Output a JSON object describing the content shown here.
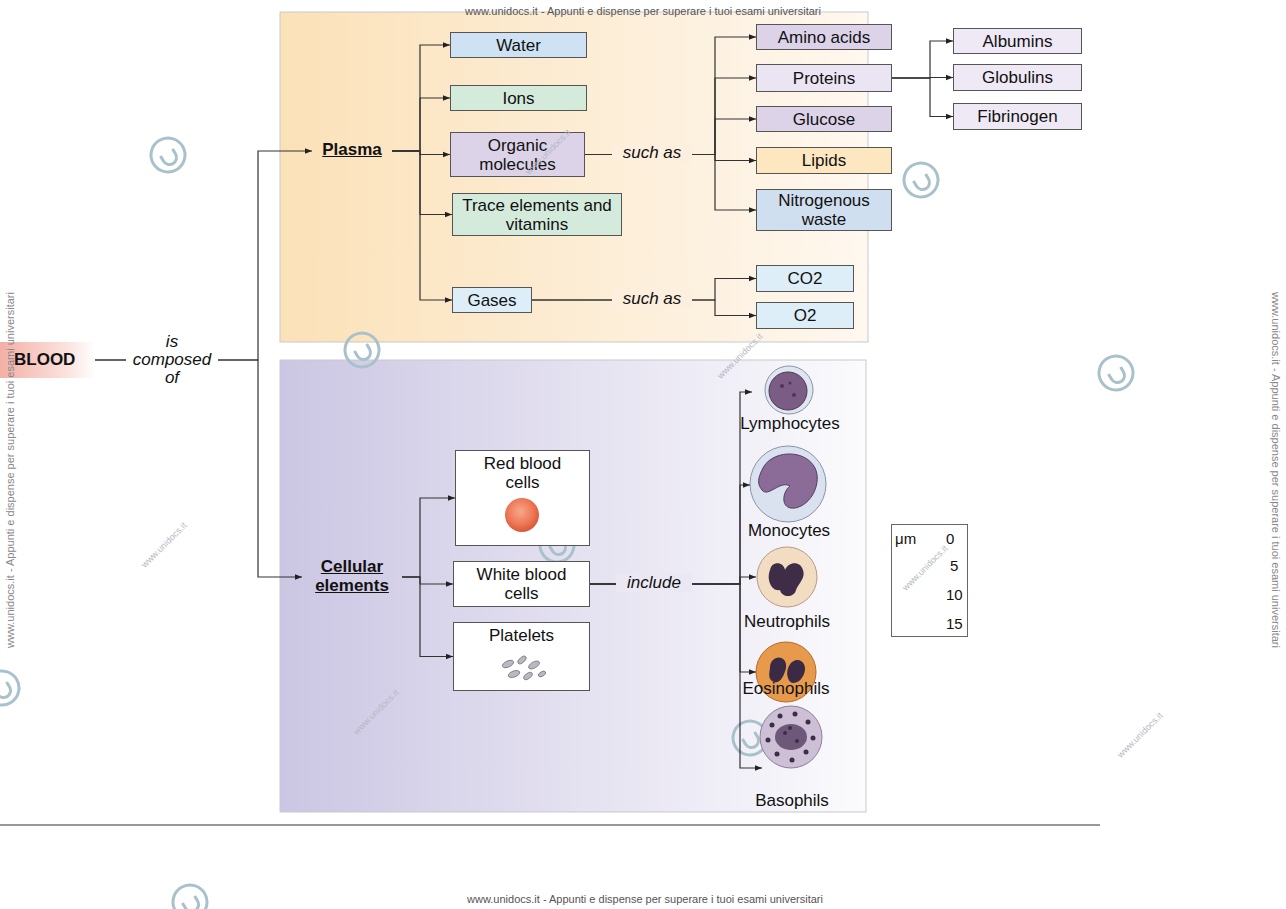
{
  "diagram": {
    "nodes": [
      {
        "text": [
          "BLOOD"
        ]
      },
      {
        "text": [
          "Plasma"
        ]
      },
      {
        "text": [
          "Water"
        ]
      },
      {
        "text": [
          "Ions"
        ]
      },
      {
        "text": [
          "Organic molecules"
        ]
      },
      {
        "text": [
          "Trace elements and vitamins"
        ]
      },
      {
        "text": [
          "Gases"
        ]
      },
      {
        "text": [
          "Amino acids"
        ]
      },
      {
        "text": [
          "Proteins"
        ]
      },
      {
        "text": [
          "Glucose"
        ]
      },
      {
        "text": [
          "Lipids"
        ]
      },
      {
        "text": [
          "Nitrogenous waste"
        ]
      },
      {
        "text": [
          "Albumins"
        ]
      },
      {
        "text": [
          "Globulins"
        ]
      },
      {
        "text": [
          "Fibrinogen"
        ]
      },
      {
        "text": [
          "CO2"
        ]
      },
      {
        "text": [
          "O2"
        ]
      },
      {
        "text": [
          "Cellular elements"
        ]
      },
      {
        "text": [
          "Red blood cells"
        ]
      },
      {
        "text": [
          "White blood cells"
        ]
      },
      {
        "text": [
          "Platelets"
        ]
      },
      {
        "text": [
          "Lymphocytes"
        ]
      },
      {
        "text": [
          "Monocytes"
        ]
      },
      {
        "text": [
          "Neutrophils"
        ]
      },
      {
        "text": [
          "Eosinophils"
        ]
      },
      {
        "text": [
          "Basophils"
        ]
      },
      {
        "text": [
          "μm",
          "0",
          "5",
          "10",
          "15"
        ]
      }
    ],
    "edges": [
      {
        "from": 0,
        "to": 1,
        "arrow": "to",
        "label": "is composed of"
      },
      {
        "from": 0,
        "to": 17,
        "arrow": "to"
      },
      {
        "from": 1,
        "to": 2,
        "arrow": "to"
      },
      {
        "from": 1,
        "to": 3,
        "arrow": "to"
      },
      {
        "from": 1,
        "to": 4,
        "arrow": "to"
      },
      {
        "from": 1,
        "to": 5,
        "arrow": "to"
      },
      {
        "from": 1,
        "to": 6,
        "arrow": "to"
      },
      {
        "from": 4,
        "to": 7,
        "arrow": "to",
        "label": "such as"
      },
      {
        "from": 4,
        "to": 8,
        "arrow": "to"
      },
      {
        "from": 4,
        "to": 9,
        "arrow": "to"
      },
      {
        "from": 4,
        "to": 10,
        "arrow": "to"
      },
      {
        "from": 4,
        "to": 11,
        "arrow": "to"
      },
      {
        "from": 8,
        "to": 12,
        "arrow": "to"
      },
      {
        "from": 8,
        "to": 13,
        "arrow": "to"
      },
      {
        "from": 8,
        "to": 14,
        "arrow": "to"
      },
      {
        "from": 6,
        "to": 15,
        "arrow": "to",
        "label": "such as"
      },
      {
        "from": 6,
        "to": 16,
        "arrow": "to"
      },
      {
        "from": 17,
        "to": 18,
        "arrow": "to"
      },
      {
        "from": 17,
        "to": 19,
        "arrow": "to"
      },
      {
        "from": 17,
        "to": 20,
        "arrow": "to"
      },
      {
        "from": 19,
        "to": 21,
        "arrow": "to",
        "label": "include"
      },
      {
        "from": 19,
        "to": 22,
        "arrow": "to"
      },
      {
        "from": 19,
        "to": 23,
        "arrow": "to"
      },
      {
        "from": 19,
        "to": 24,
        "arrow": "to"
      },
      {
        "from": 19,
        "to": 25,
        "arrow": "to"
      }
    ],
    "labels": [
      "www.unidocs.it - Appunti e dispense per superare i tuoi esami universitari",
      "www.unidocs.it - Appunti e dispense per superare i tuoi esami universitari",
      "www.unidocs.it - Appunti e dispense per superare i tuoi esami universitari",
      "www.unidocs.it - Appunti e dispense per superare i tuoi esami universitari",
      "www.unidocs.it",
      "www.unidocs.it",
      "www.unidocs.it",
      "www.unidocs.it",
      "www.unidocs.it",
      "www.unidocs.it"
    ]
  }
}
